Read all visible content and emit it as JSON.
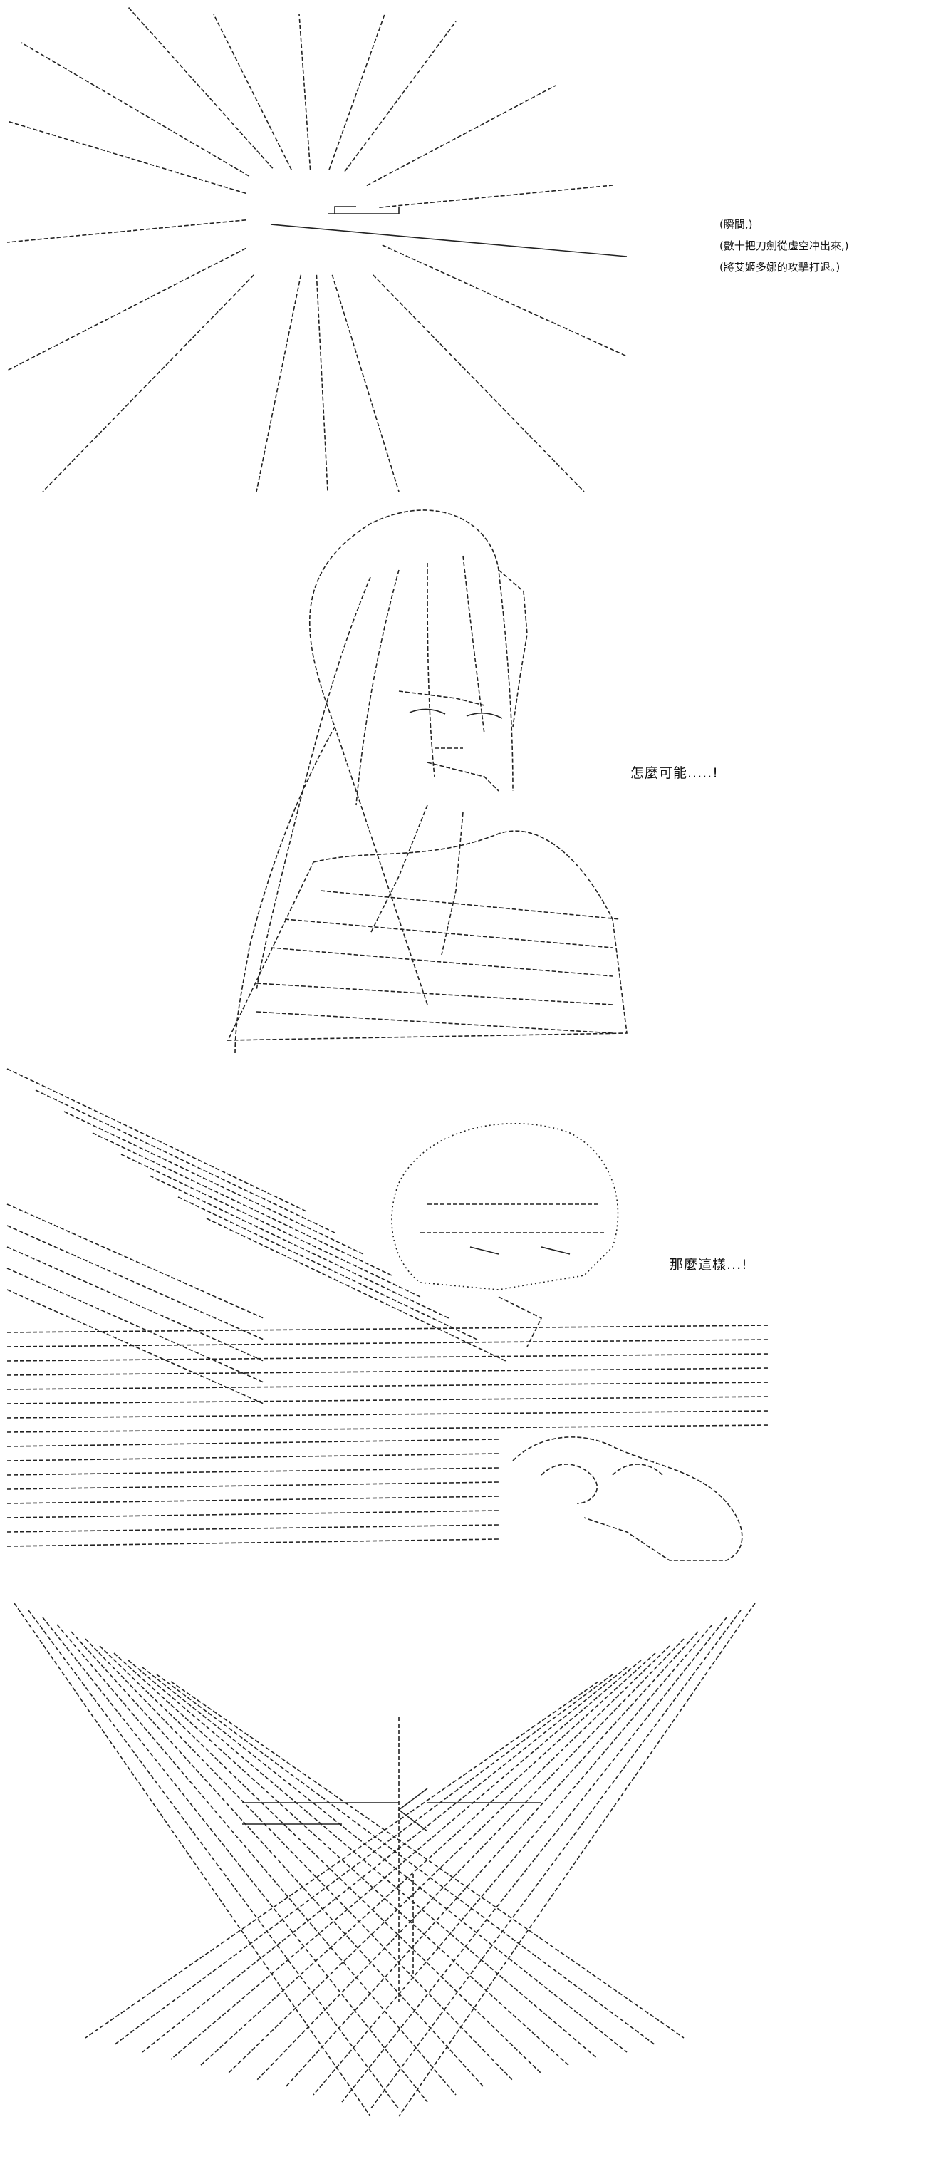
{
  "panel1": {
    "narration": [
      "(瞬間,)",
      "(數十把刀劍從虛空冲出來,)",
      "(將艾姬多娜的攻擊打退。)"
    ]
  },
  "panel2": {
    "speech": "怎麼可能.....!"
  },
  "panel3": {
    "speech": "那麼這樣...!"
  }
}
